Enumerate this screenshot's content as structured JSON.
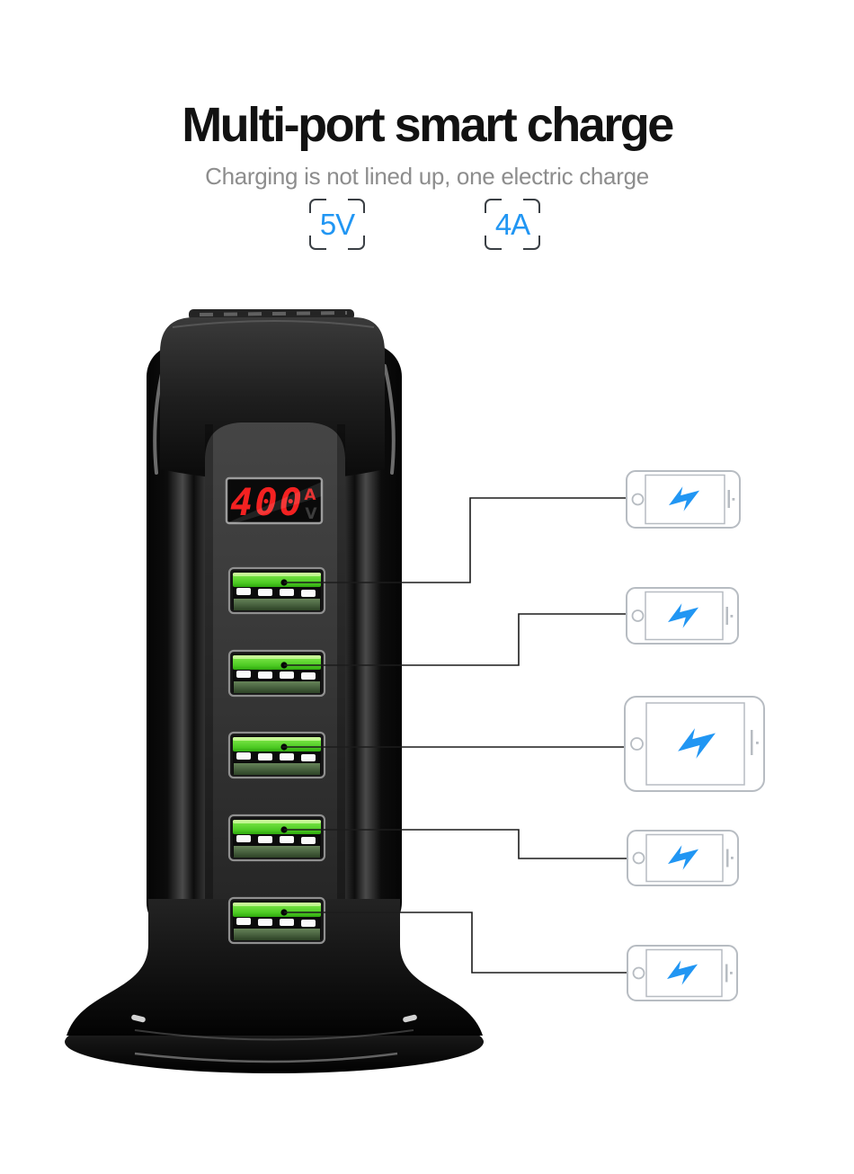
{
  "header": {
    "title": "Multi-port smart charge",
    "subtitle": "Charging is not lined up, one electric charge",
    "badges": [
      {
        "label": "5V"
      },
      {
        "label": "4A"
      }
    ]
  },
  "charger": {
    "display": {
      "value": "400",
      "unit_top": "A",
      "unit_bottom": "V"
    },
    "port_count": 5
  },
  "devices": [
    {
      "type": "phone"
    },
    {
      "type": "phone"
    },
    {
      "type": "tablet"
    },
    {
      "type": "phone"
    },
    {
      "type": "phone"
    }
  ],
  "colors": {
    "accent_blue": "#2196f3",
    "port_green": "#50cc26",
    "display_red": "#f32121",
    "device_outline_gray": "#b7bcc2",
    "subtitle_gray": "#8d8d8d",
    "title_black": "#121212"
  }
}
